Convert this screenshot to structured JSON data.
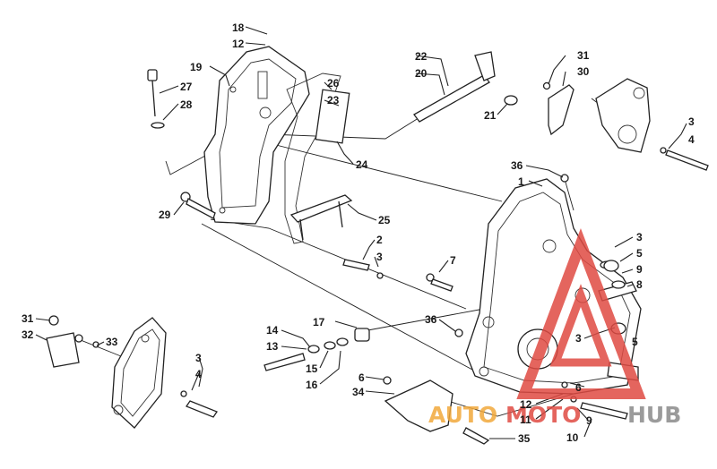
{
  "callouts": [
    {
      "id": "c18",
      "label": "18"
    },
    {
      "id": "c12a",
      "label": "12"
    },
    {
      "id": "c19",
      "label": "19"
    },
    {
      "id": "c27",
      "label": "27"
    },
    {
      "id": "c28",
      "label": "28"
    },
    {
      "id": "c26",
      "label": "26"
    },
    {
      "id": "c23",
      "label": "23"
    },
    {
      "id": "c22",
      "label": "22"
    },
    {
      "id": "c20",
      "label": "20"
    },
    {
      "id": "c21",
      "label": "21"
    },
    {
      "id": "c31a",
      "label": "31"
    },
    {
      "id": "c30",
      "label": "30"
    },
    {
      "id": "c3a",
      "label": "3"
    },
    {
      "id": "c4a",
      "label": "4"
    },
    {
      "id": "c24",
      "label": "24"
    },
    {
      "id": "c36a",
      "label": "36"
    },
    {
      "id": "c1",
      "label": "1"
    },
    {
      "id": "c29",
      "label": "29"
    },
    {
      "id": "c25",
      "label": "25"
    },
    {
      "id": "c2",
      "label": "2"
    },
    {
      "id": "c3b",
      "label": "3"
    },
    {
      "id": "c7",
      "label": "7"
    },
    {
      "id": "c3c",
      "label": "3"
    },
    {
      "id": "c5a",
      "label": "5"
    },
    {
      "id": "c9",
      "label": "9"
    },
    {
      "id": "c8",
      "label": "8"
    },
    {
      "id": "c31b",
      "label": "31"
    },
    {
      "id": "c32",
      "label": "32"
    },
    {
      "id": "c33",
      "label": "33"
    },
    {
      "id": "c14",
      "label": "14"
    },
    {
      "id": "c13",
      "label": "13"
    },
    {
      "id": "c17",
      "label": "17"
    },
    {
      "id": "c15",
      "label": "15"
    },
    {
      "id": "c16",
      "label": "16"
    },
    {
      "id": "c36b",
      "label": "36"
    },
    {
      "id": "c3d",
      "label": "3"
    },
    {
      "id": "c5b",
      "label": "5"
    },
    {
      "id": "c3e",
      "label": "3"
    },
    {
      "id": "c4b",
      "label": "4"
    },
    {
      "id": "c6a",
      "label": "6"
    },
    {
      "id": "c34",
      "label": "34"
    },
    {
      "id": "c6b",
      "label": "6"
    },
    {
      "id": "c12b",
      "label": "12"
    },
    {
      "id": "c11",
      "label": "11"
    },
    {
      "id": "c9b",
      "label": "9"
    },
    {
      "id": "c35",
      "label": "35"
    },
    {
      "id": "c10",
      "label": "10"
    }
  ],
  "watermark": {
    "part1": "AUTO",
    "part2": "MOTO",
    "part3": "HUB",
    "color_orange": "#f2a93b",
    "color_red": "#e04b43",
    "color_grey": "#8a8a8a"
  }
}
